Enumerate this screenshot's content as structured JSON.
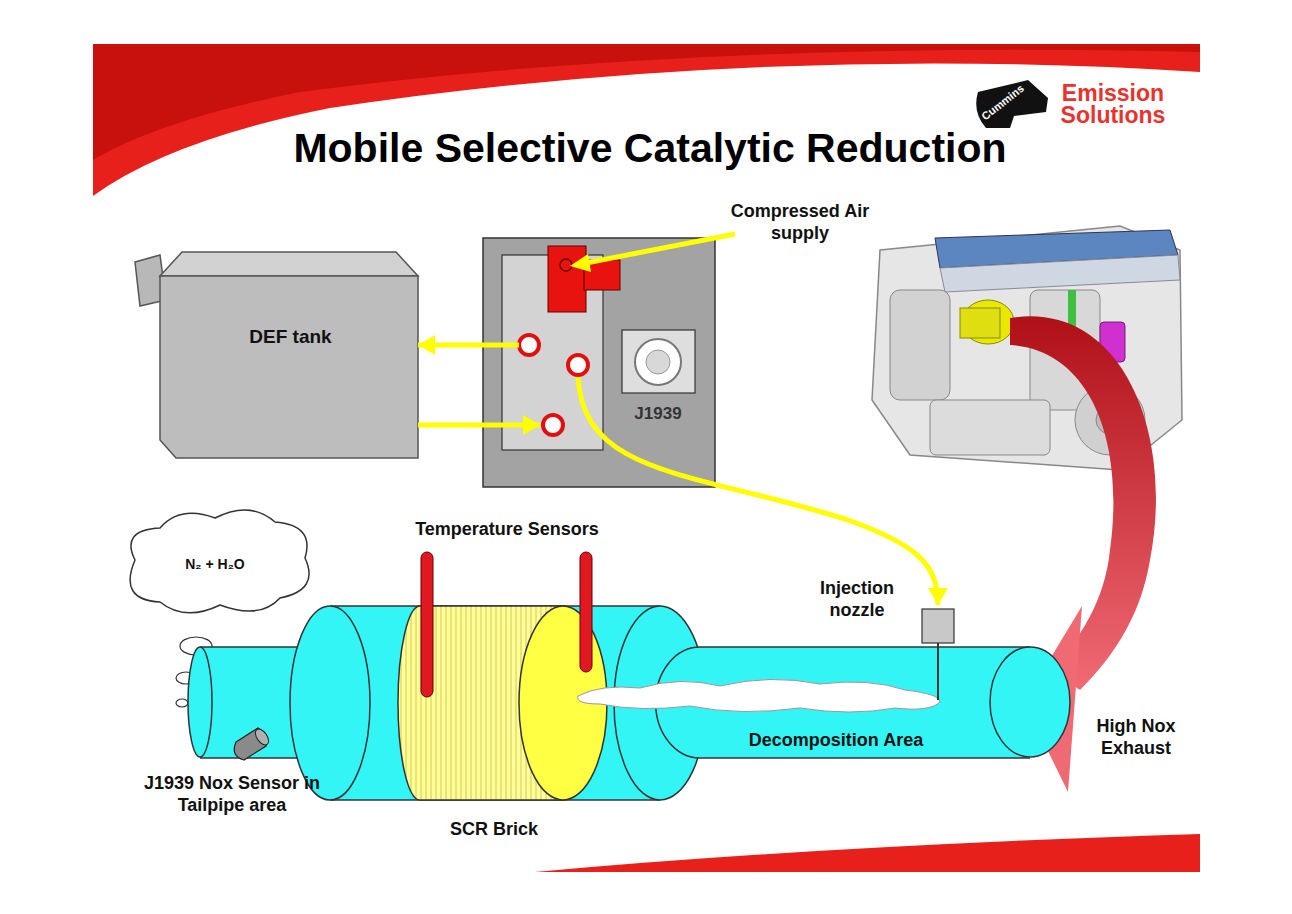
{
  "diagram": {
    "title": "Mobile Selective Catalytic Reduction",
    "nodes": [
      {
        "text": [
          "DEF tank"
        ]
      },
      {
        "text": [
          "J1939"
        ]
      },
      {
        "text": [
          "Decomposition Area"
        ]
      },
      {
        "text": [
          "N₂ + H₂O"
        ]
      }
    ],
    "edges": [
      {
        "from": 1,
        "to": 0,
        "arrow": "to"
      },
      {
        "from": 0,
        "to": 1,
        "arrow": "to"
      },
      {
        "from": 1,
        "to": 2,
        "arrow": "to"
      }
    ],
    "labels": [
      "Cummins",
      "Emission Solutions",
      "Compressed Air supply",
      "Temperature Sensors",
      "Injection nozzle",
      "High Nox Exhaust",
      "J1939 Nox Sensor in Tailpipe area",
      "SCR Brick"
    ]
  }
}
